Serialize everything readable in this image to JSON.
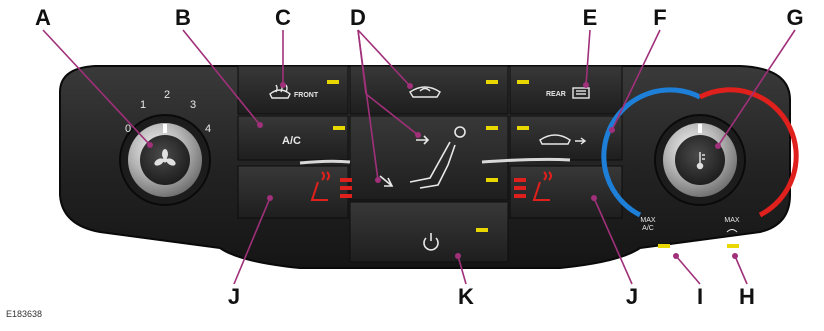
{
  "figure_id": "E183638",
  "callouts": {
    "A": "A",
    "B": "B",
    "C": "C",
    "D": "D",
    "E": "E",
    "F": "F",
    "G": "G",
    "H": "H",
    "I": "I",
    "J_left": "J",
    "J_right": "J",
    "K": "K"
  },
  "panel": {
    "fan_dial_numbers": [
      "0",
      "1",
      "2",
      "3",
      "4"
    ],
    "front_defrost_label": "FRONT",
    "rear_defrost_label": "REAR",
    "ac_label": "A/C",
    "max_ac_label_line1": "MAX",
    "max_ac_label_line2": "A/C",
    "max_defrost_label": "MAX"
  },
  "colors": {
    "callout_line": "#a0307a",
    "indicator_yellow": "#e8d800",
    "heat_red": "#e0201c",
    "cool_blue": "#1e7fd8"
  },
  "icons": [
    "fan-icon",
    "front-defrost-icon",
    "recirculation-icon",
    "rear-defrost-icon",
    "air-distribution-icon",
    "fresh-air-icon",
    "heated-seat-icon",
    "power-icon",
    "temperature-icon"
  ]
}
